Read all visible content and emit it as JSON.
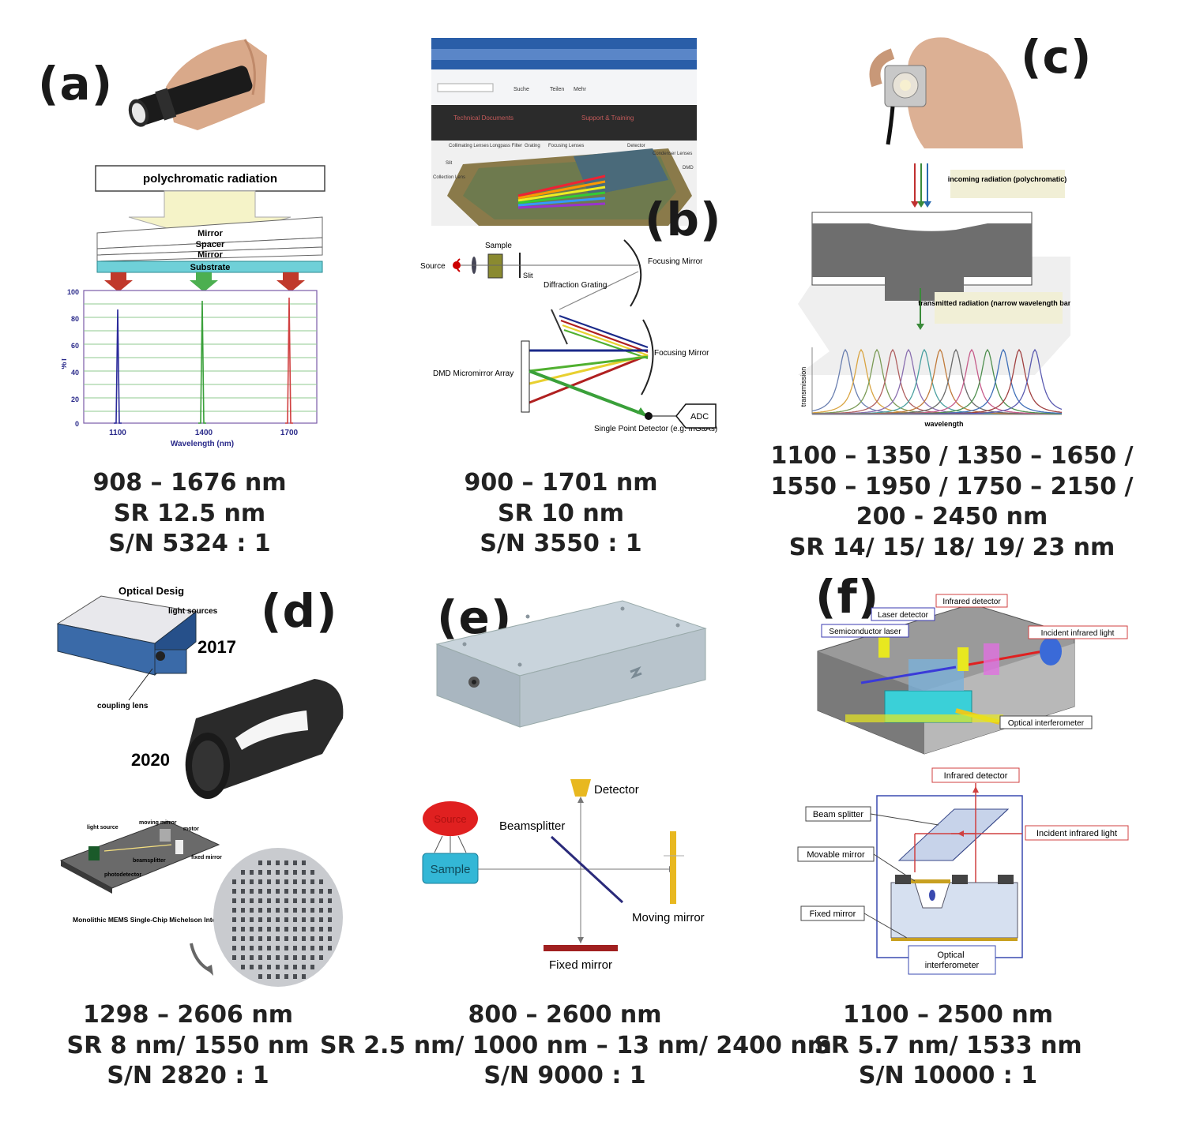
{
  "panels": {
    "a": {
      "label": "(a)",
      "diagram": {
        "top_box": "polychromatic radiation",
        "layers": [
          "Mirror",
          "Spacer",
          "Mirror",
          "Substrate"
        ],
        "y_axis": "%T",
        "y_ticks": [
          "100",
          "80",
          "60",
          "40",
          "20",
          "0"
        ],
        "x_ticks": [
          "1100",
          "1400",
          "1700"
        ],
        "x_axis": "Wavelength (nm)"
      },
      "specs": [
        "908 – 1676 nm",
        "SR 12.5 nm",
        "S/N 5324 : 1"
      ]
    },
    "b": {
      "label": "(b)",
      "screenshot": {
        "toolbar_text": [
          "Suche",
          "Teilen",
          "Mehr"
        ],
        "nav_items": [
          "Technical Documents",
          "Support & Training"
        ],
        "parts": [
          "Collimating Lenses",
          "Longpass Filter",
          "Grating",
          "Focusing Lenses",
          "Detector",
          "Condenser Lenses",
          "Slit",
          "Collection Lens",
          "DMD"
        ]
      },
      "diagram": {
        "source": "Source",
        "sample": "Sample",
        "slit": "Slit",
        "focusing_mirror_1": "Focusing Mirror",
        "grating": "Diffraction Grating",
        "focusing_mirror_2": "Focusing Mirror",
        "dmd": "DMD Micromirror Array",
        "detector": "Single Point Detector (e.g. InGaAs)",
        "adc": "ADC"
      },
      "specs": [
        "900 – 1701 nm",
        "SR 10 nm",
        "S/N 3550 : 1"
      ]
    },
    "c": {
      "label": "(c)",
      "diagram": {
        "incoming": "incoming radiation (polychromatic)",
        "transmitted": "transmitted radiation (narrow wavelength band)",
        "y_axis": "transmission",
        "x_axis": "wavelength",
        "peak_colors": [
          "#6a7fb0",
          "#d9a441",
          "#7a9a55",
          "#b06060",
          "#8a6fb0",
          "#4aa0a0",
          "#c07a3a",
          "#6a6a6a",
          "#c65c8a",
          "#4f8f4f",
          "#3f6fb8",
          "#a04040",
          "#5a5ab0"
        ]
      },
      "specs": [
        "1100 – 1350 / 1350 – 1650 /",
        "1550 – 1950 / 1750 – 2150 /",
        "200 - 2450 nm",
        "SR 14/ 15/ 18/ 19/ 23 nm"
      ]
    },
    "d": {
      "label": "(d)",
      "diagram": {
        "title": "Optical Desig",
        "light_sources": "light sources",
        "coupling_lens": "coupling lens",
        "year_1": "2017",
        "year_2": "2020",
        "bench_labels": [
          "light source",
          "moving mirror",
          "motor",
          "fixed mirror",
          "beamsplitter",
          "photodetector"
        ],
        "caption": "Monolithic MEMS Single-Chip Michelson Interferometer"
      },
      "specs": [
        "1298 – 2606 nm",
        "SR 8 nm/ 1550 nm",
        "S/N 2820 : 1"
      ]
    },
    "e": {
      "label": "(e)",
      "diagram": {
        "source": "Source",
        "sample": "Sample",
        "beamsplitter": "Beamsplitter",
        "detector": "Detector",
        "moving_mirror": "Moving mirror",
        "fixed_mirror": "Fixed mirror"
      },
      "specs": [
        "800 – 2600 nm",
        "SR 2.5 nm/ 1000 nm – 13 nm/ 2400 nm",
        "S/N 9000 : 1"
      ]
    },
    "f": {
      "label": "(f)",
      "diagram": {
        "top_labels": [
          "Infrared detector",
          "Laser detector",
          "Semiconductor laser",
          "Incident infrared light",
          "Optical interferometer"
        ],
        "infrared_detector": "Infrared detector",
        "beam_splitter": "Beam splitter",
        "incident": "Incident infrared light",
        "movable_mirror": "Movable mirror",
        "fixed_mirror": "Fixed mirror",
        "optical_interferometer": "Optical interferometer"
      },
      "specs": [
        "1100 – 2500 nm",
        "SR 5.7 nm/ 1533 nm",
        "S/N 10000 : 1"
      ]
    }
  }
}
